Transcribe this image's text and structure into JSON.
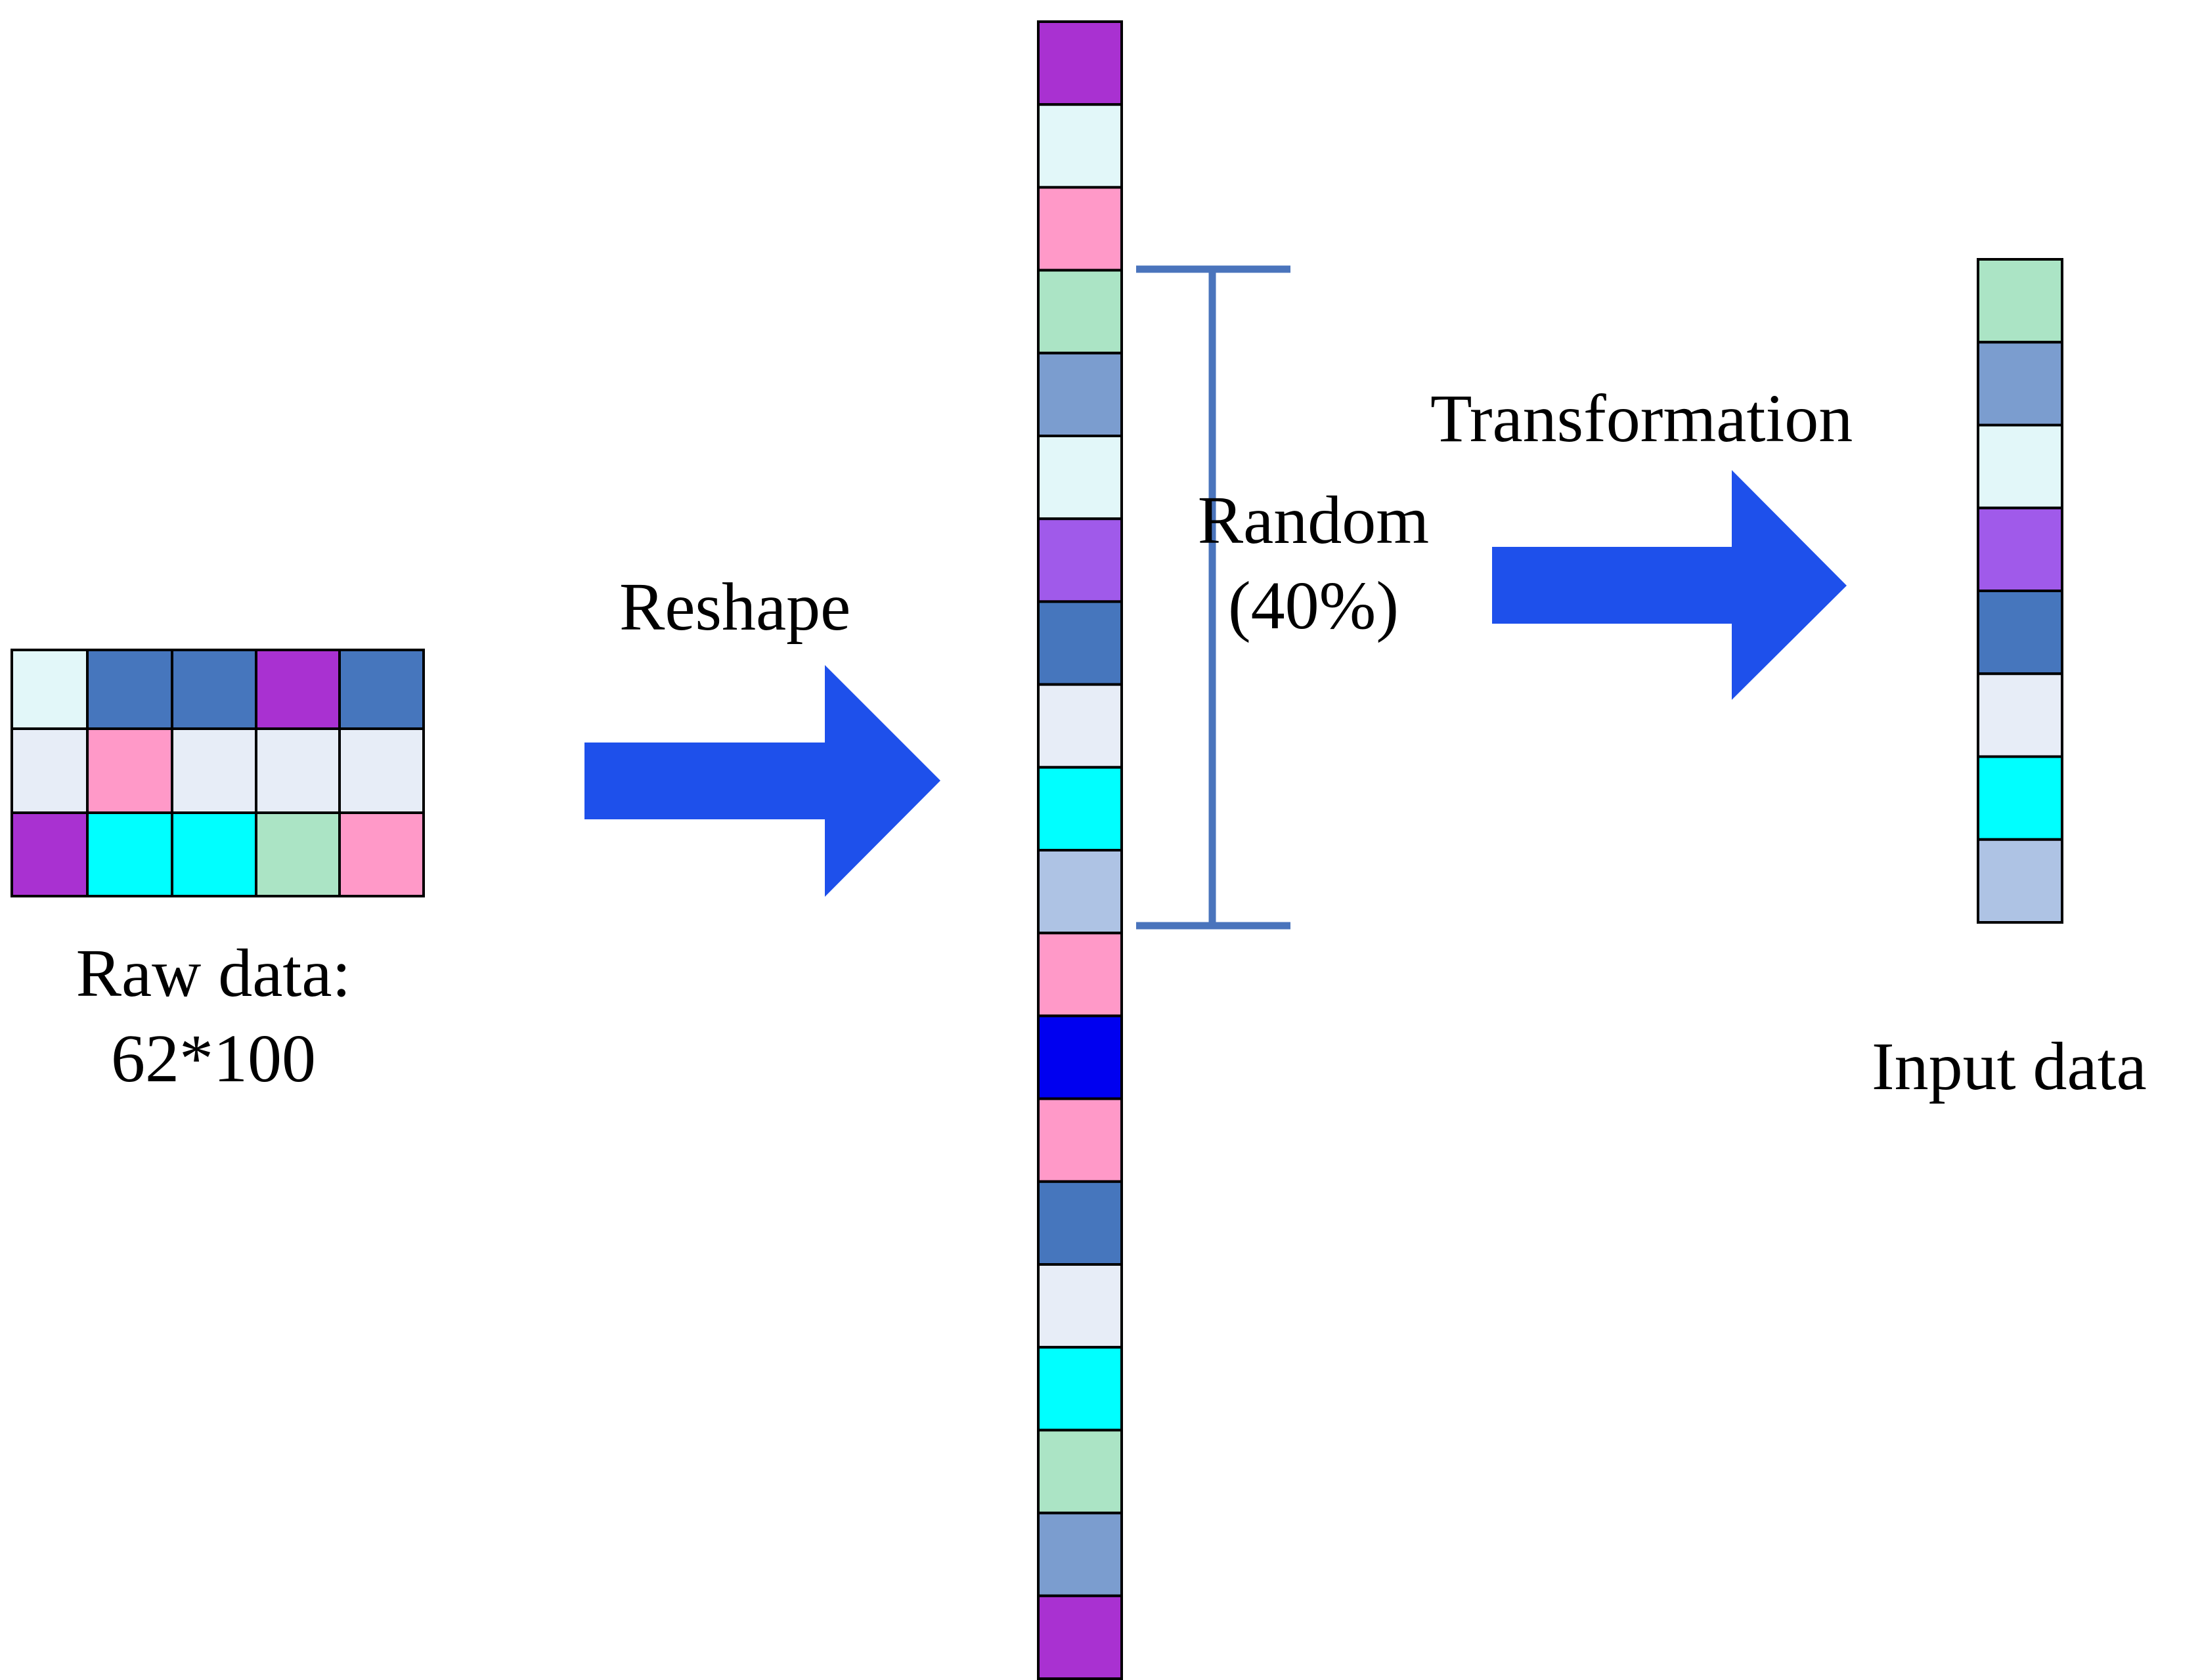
{
  "labels": {
    "raw_data_line1": "Raw data:",
    "raw_data_line2": "62*100",
    "reshape": "Reshape",
    "random_line1": "Random",
    "random_line2": "(40%)",
    "transformation": "Transformation",
    "input_data": "Input data"
  },
  "colors": {
    "arrow": "#1E50EB",
    "bracket": "#4A74BC",
    "cell_border": "#000000"
  },
  "raw_grid": [
    [
      "#E2F7F9",
      "#4676BD",
      "#4676BD",
      "#A931D1",
      "#4676BD"
    ],
    [
      "#E7EDF7",
      "#FF99C8",
      "#E7EDF7",
      "#E7EDF7",
      "#E7EDF7"
    ],
    [
      "#A931D1",
      "#00FFFF",
      "#00FFFF",
      "#ABE4C5",
      "#FF99C8"
    ]
  ],
  "reshaped_column": [
    "#A931D1",
    "#E2F7F9",
    "#FF99C8",
    "#ABE4C5",
    "#7B9DCF",
    "#E2F7F9",
    "#A05AEA",
    "#4676BD",
    "#E7EDF7",
    "#00FFFF",
    "#AEC3E4",
    "#FF99C8",
    "#0000F0",
    "#FF99C8",
    "#4676BD",
    "#E7EDF7",
    "#00FFFF",
    "#ABE4C5",
    "#7B9DCF",
    "#A931D1"
  ],
  "input_column": [
    "#ABE4C5",
    "#7B9DCF",
    "#E2F7F9",
    "#A05AEA",
    "#4676BD",
    "#E7EDF7",
    "#00FFFF",
    "#AEC3E4"
  ]
}
